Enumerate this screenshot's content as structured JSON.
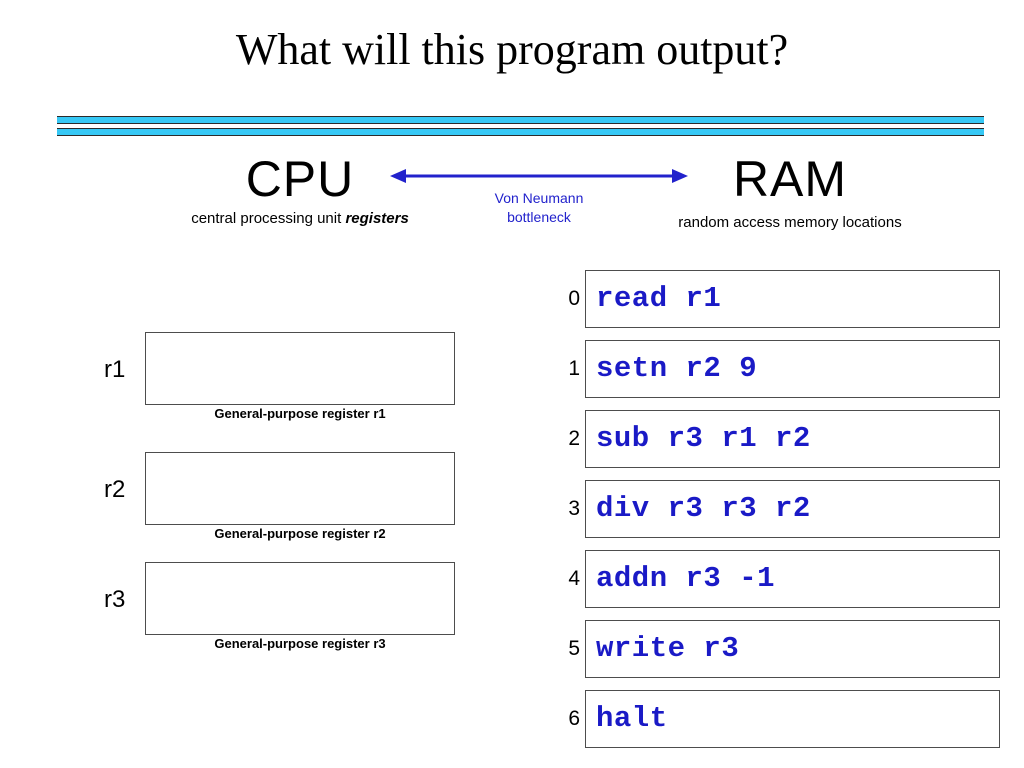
{
  "slide": {
    "title": "What will this program output?"
  },
  "cpu": {
    "heading": "CPU",
    "subtitle_plain": "central processing unit ",
    "subtitle_emph": "registers"
  },
  "ram": {
    "heading": "RAM",
    "subtitle": "random access memory locations"
  },
  "bottleneck": {
    "label_line1": "Von Neumann",
    "label_line2": "bottleneck",
    "arrow_color": "#2222cc",
    "direction": "double-headed"
  },
  "registers": [
    {
      "tag": "r1",
      "value": "",
      "caption": "General-purpose register r1"
    },
    {
      "tag": "r2",
      "value": "",
      "caption": "General-purpose register r2"
    },
    {
      "tag": "r3",
      "value": "",
      "caption": "General-purpose register r3"
    }
  ],
  "memory": [
    {
      "address": "0",
      "instruction": "read r1"
    },
    {
      "address": "1",
      "instruction": "setn r2 9"
    },
    {
      "address": "2",
      "instruction": "sub r3 r1 r2"
    },
    {
      "address": "3",
      "instruction": "div r3 r3 r2"
    },
    {
      "address": "4",
      "instruction": "addn r3 -1"
    },
    {
      "address": "5",
      "instruction": "write r3"
    },
    {
      "address": "6",
      "instruction": "halt"
    }
  ],
  "colors": {
    "rule_cyan": "#36c8f5",
    "rule_border": "#2b2b2b",
    "instruction_blue": "#1a1ac6",
    "annotation_blue": "#2222cc",
    "box_border": "#4d4d4d",
    "background": "#ffffff"
  }
}
